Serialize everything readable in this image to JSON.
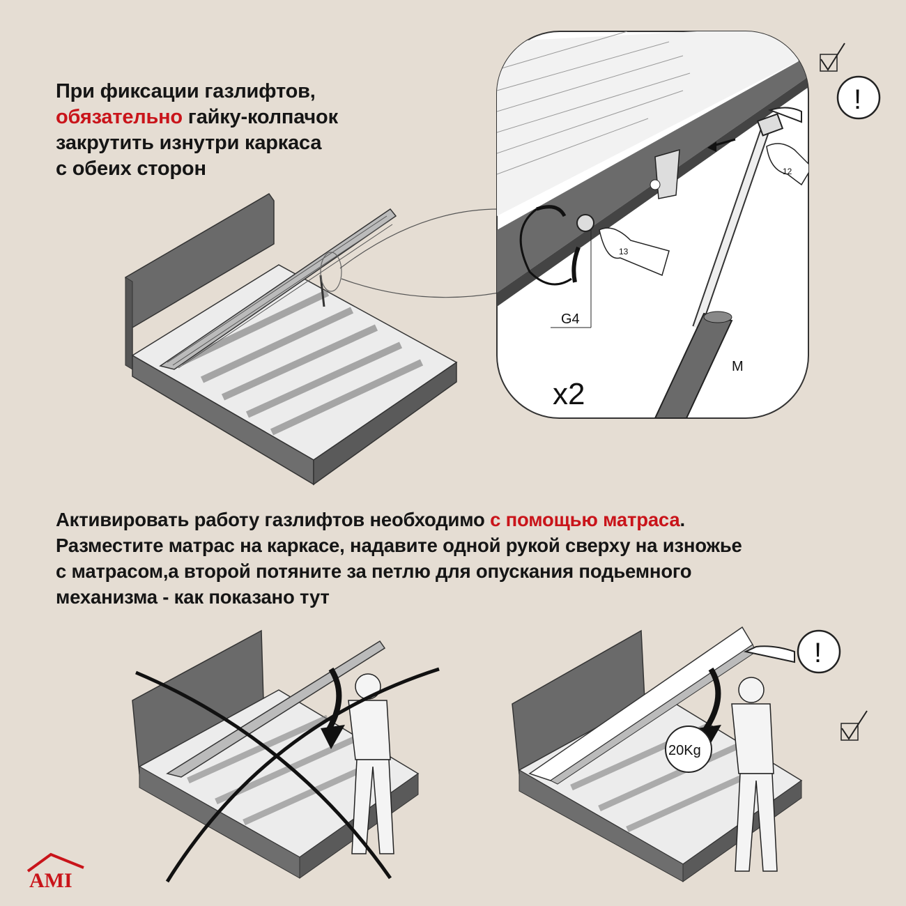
{
  "instruction_top": {
    "line1": "При фиксации газлифтов,",
    "highlight": "обязательно",
    "line2_rest": " гайку-колпачок",
    "line3": "закрутить изнутри каркаса",
    "line4": "с обеих сторон"
  },
  "detail_panel": {
    "label_g4": "G4",
    "label_m": "M",
    "label_x2": "x2",
    "wrench_13": "13",
    "wrench_12": "12",
    "warning": "!"
  },
  "instruction_bottom": {
    "line1_start": "Активировать работу газлифтов необходимо ",
    "line1_highlight": "с помощью матраса",
    "line1_end": ".",
    "line2": "Разместите матрас на каркасе, надавите одной рукой сверху на изножье",
    "line3": "с матрасом,а второй потяните за петлю для опускания подьемного",
    "line4": "механизма - как показано тут"
  },
  "correct_illustration": {
    "weight_label": "20Kg",
    "warning": "!"
  },
  "logo": {
    "text": "AMI"
  },
  "colors": {
    "background": "#e5ddd3",
    "accent": "#c9141a",
    "frame": "#6a6a6a"
  }
}
